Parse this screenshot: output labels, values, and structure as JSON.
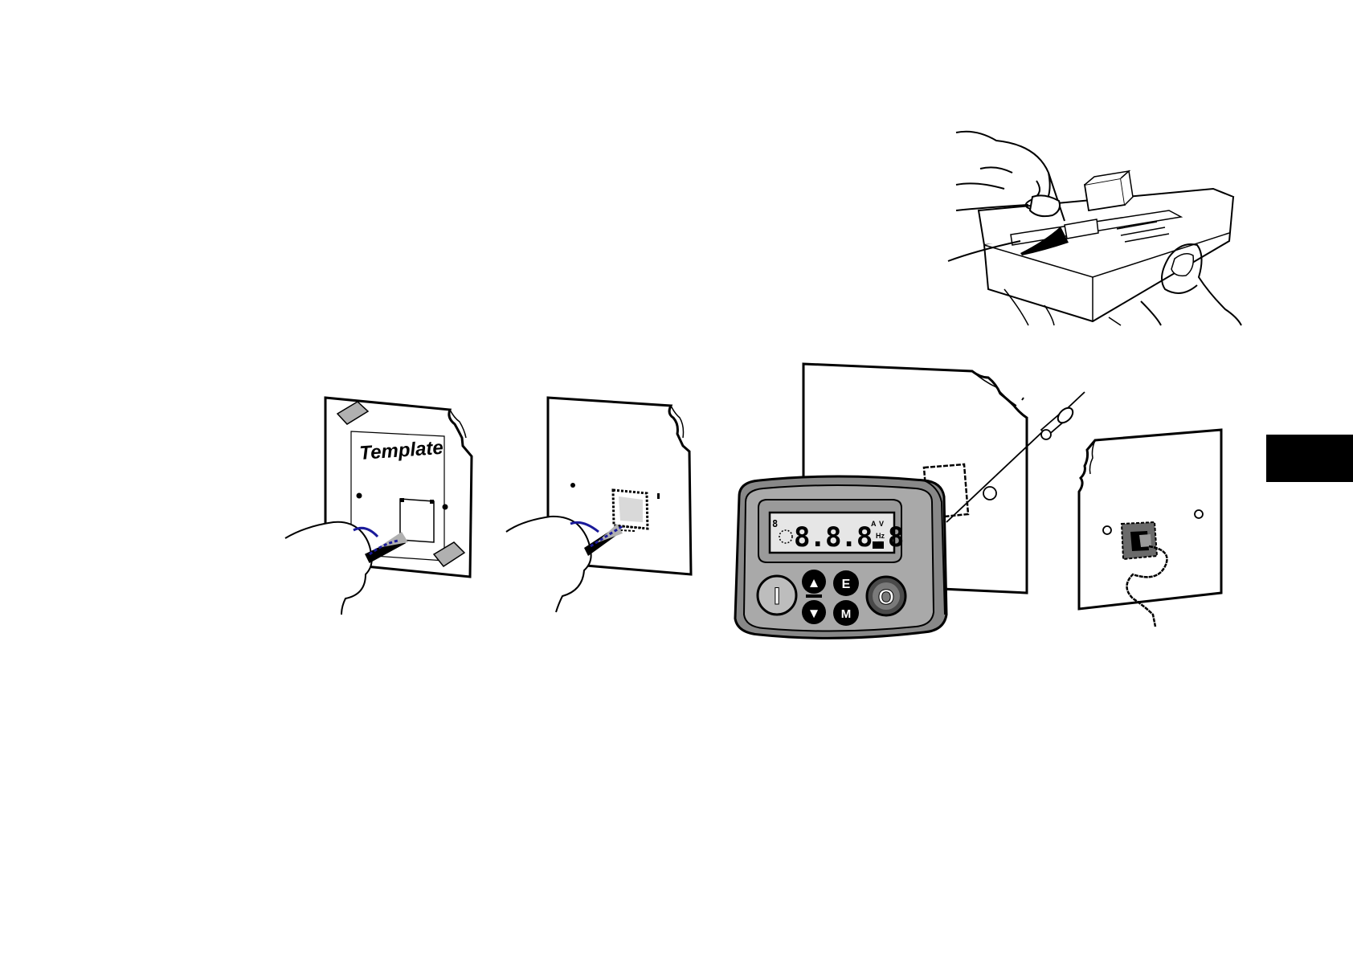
{
  "figure": {
    "template_label": "Template",
    "display_digits": "8.8.8.8",
    "display_small_left": "8",
    "display_units": [
      "A",
      "V",
      "Hz"
    ],
    "keypad": {
      "start_symbol": "I",
      "stop_symbol": "O",
      "up_symbol": "▲",
      "down_symbol": "▼",
      "enter_label": "E",
      "mode_label": "M"
    }
  },
  "colors": {
    "ink": "#000000",
    "panel_fill": "#ffffff",
    "tape_gray": "#b0b0b0",
    "pen_blue": "#1a1a9a",
    "keypad_body": "#a9a9a9",
    "lcd_fill": "#e6e6e6",
    "section_tab": "#000000"
  },
  "icons": [
    "hand-peeling-icon",
    "marker-pen-icon",
    "screw-icon",
    "cable-icon",
    "section-tab-marker"
  ]
}
